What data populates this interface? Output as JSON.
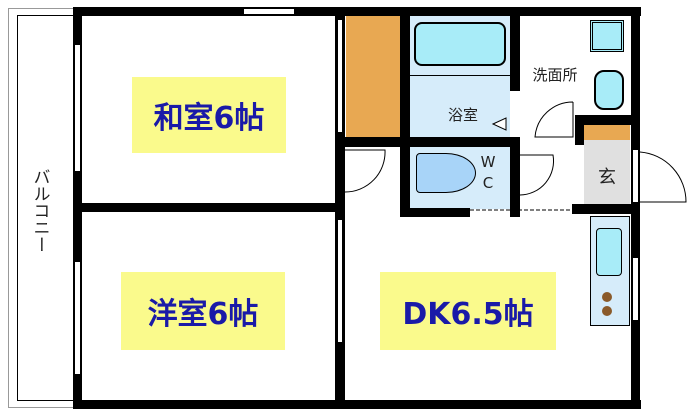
{
  "rooms": {
    "washitsu": "和室6帖",
    "yoshitsu": "洋室6帖",
    "dk": "DK6.5帖",
    "bath": "浴室",
    "washroom": "洗面所",
    "wc_w": "W",
    "wc_c": "C",
    "entrance": "玄",
    "balcony": "バルコニー"
  },
  "colors": {
    "closet": "#e8a852",
    "fixture": "#a8ecf8",
    "wet_floor": "#d6ecfa",
    "label_bg": "#fafa8c",
    "label_text": "#1a1aa8",
    "entrance": "#e0e0e0"
  }
}
